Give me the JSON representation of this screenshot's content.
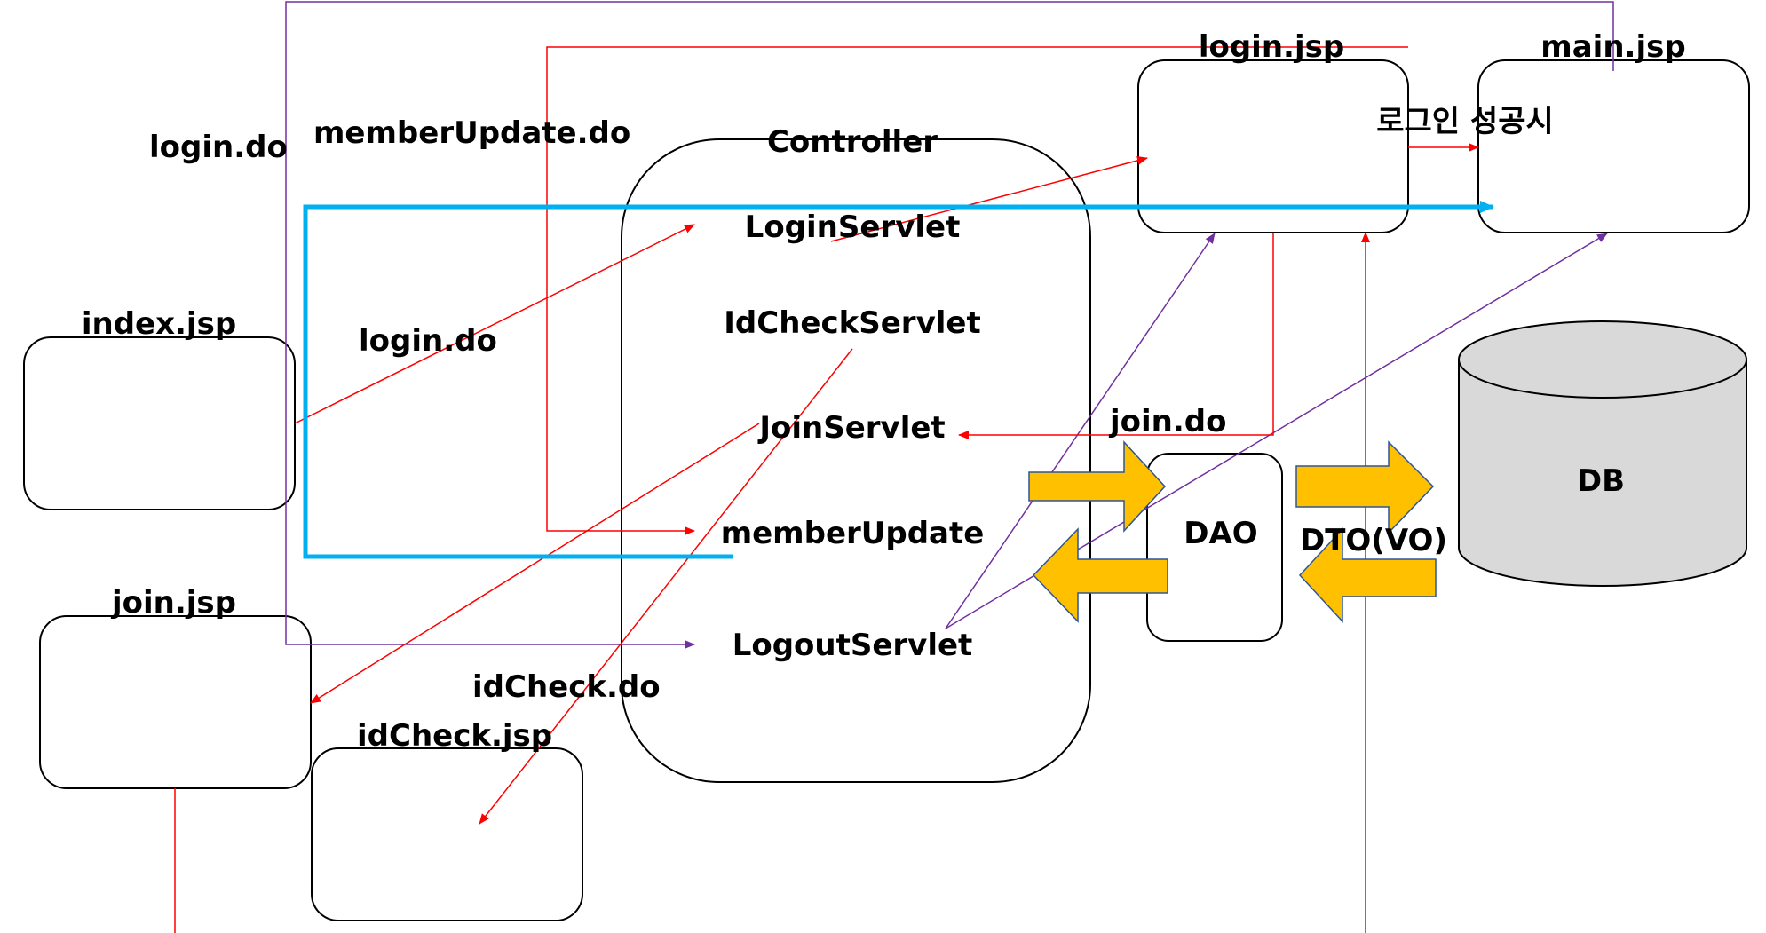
{
  "labels": {
    "login_do_top": "login.do",
    "member_update_do": "memberUpdate.do",
    "controller": "Controller",
    "login_jsp": "login.jsp",
    "main_jsp": "main.jsp",
    "login_success": "로그인 성공시",
    "login_servlet": "LoginServlet",
    "index_jsp": "index.jsp",
    "login_do_mid": "login.do",
    "idcheck_servlet": "IdCheckServlet",
    "join_servlet": "JoinServlet",
    "join_do": "join.do",
    "dao": "DAO",
    "db": "DB",
    "dto_vo": "DTO(VO)",
    "member_update": "memberUpdate",
    "join_jsp": "join.jsp",
    "logout_servlet": "LogoutServlet",
    "idcheck_do": "idCheck.do",
    "idcheck_jsp": "idCheck.jsp"
  },
  "colors": {
    "red_line": "#ff0000",
    "purple_line": "#7030a0",
    "blue_line": "#00b0f0",
    "orange_arrow": "#ffc000",
    "arrow_outline": "#2f5597",
    "db_fill": "#d9d9d9",
    "box_stroke": "#000000"
  }
}
